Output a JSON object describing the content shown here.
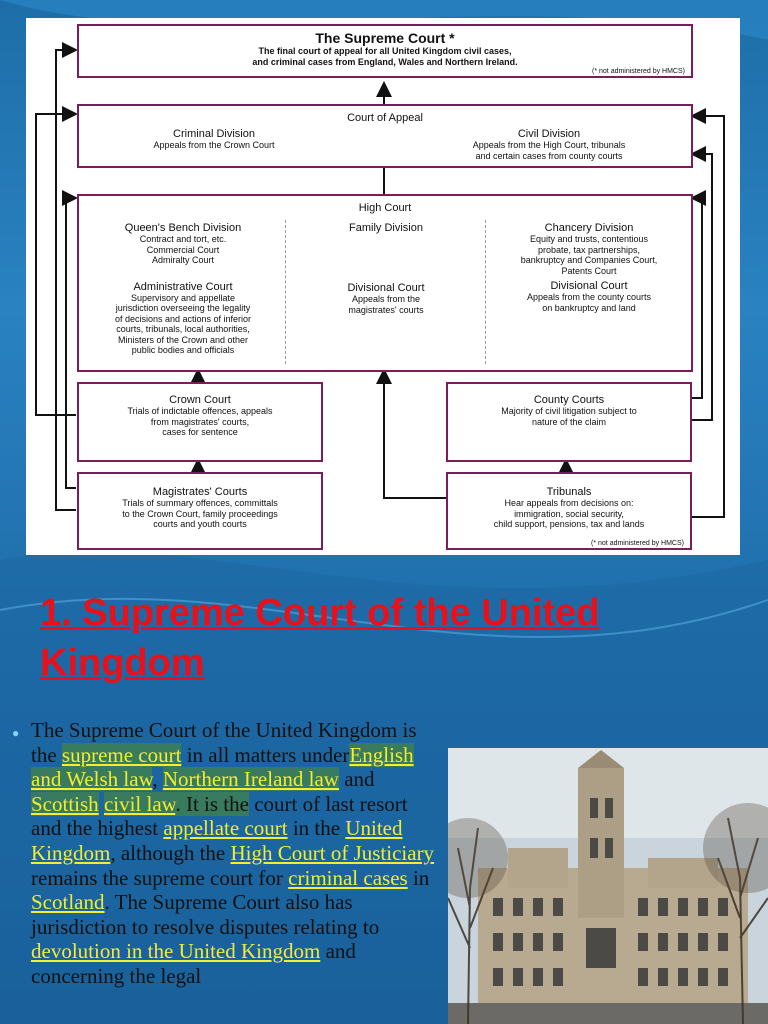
{
  "diagram": {
    "supreme": {
      "title": "The Supreme Court *",
      "line1": "The final court of appeal for all United Kingdom civil cases,",
      "line2": "and criminal cases from England, Wales and Northern Ireland.",
      "note": "(* not administered by HMCS)"
    },
    "appeal": {
      "title": "Court of Appeal",
      "criminal_title": "Criminal Division",
      "criminal_desc": "Appeals from the Crown Court",
      "civil_title": "Civil Division",
      "civil_desc1": "Appeals from the High Court, tribunals",
      "civil_desc2": "and certain cases from county courts"
    },
    "high": {
      "title": "High Court",
      "qb_title": "Queen's Bench Division",
      "qb_lines": [
        "Contract and tort, etc.",
        "Commercial Court",
        "Admiralty Court"
      ],
      "admin_title": "Administrative Court",
      "admin_lines": [
        "Supervisory and appellate",
        "jurisdiction overseeing the legality",
        "of decisions and actions of inferior",
        "courts, tribunals, local authorities,",
        "Ministers of the Crown and other",
        "public bodies and officials"
      ],
      "family_title": "Family Division",
      "family_div_title": "Divisional Court",
      "family_div_lines": [
        "Appeals from the",
        "magistrates' courts"
      ],
      "chancery_title": "Chancery Division",
      "chancery_lines": [
        "Equity and trusts, contentious",
        "probate, tax partnerships,",
        "bankruptcy and Companies Court,",
        "Patents Court"
      ],
      "chancery_div_title": "Divisional Court",
      "chancery_div_lines": [
        "Appeals from the county courts",
        "on bankruptcy and land"
      ]
    },
    "crown": {
      "title": "Crown Court",
      "lines": [
        "Trials of indictable offences, appeals",
        "from magistrates' courts,",
        "cases for sentence"
      ]
    },
    "county": {
      "title": "County Courts",
      "lines": [
        "Majority of civil litigation subject to",
        "nature of the claim"
      ]
    },
    "magistrates": {
      "title": "Magistrates' Courts",
      "lines": [
        "Trials of summary offences, committals",
        "to the Crown Court, family proceedings",
        "courts and youth courts"
      ]
    },
    "tribunals": {
      "title": "Tribunals",
      "lines": [
        "Hear appeals from decisions on:",
        "immigration, social security,",
        "child support, pensions, tax and lands"
      ],
      "note": "(* not administered by HMCS)"
    }
  },
  "heading": "1. Supreme Court of the United Kingdom",
  "body": {
    "t1": "The Supreme Court of the United Kingdom is the ",
    "l1": "supreme court",
    "t2": " in all matters under",
    "l2": "English and Welsh law",
    "t3": ", ",
    "l3": "Northern Ireland law",
    "t4": " and ",
    "l4": "Scottish",
    "t5": " ",
    "l5": "civil law",
    "t6": ". It is the",
    "t7": " court of last resort and the highest ",
    "l6": "appellate court",
    "t8": " in the ",
    "l7": "United Kingdom",
    "t9": ", although the ",
    "l8": "High Court of Justiciary",
    "t10": " remains the supreme court for ",
    "l9": "criminal cases",
    "t11": " in ",
    "l10": "Scotland",
    "t12": ". The Supreme Court also has jurisdiction to resolve disputes relating to ",
    "l11": "devolution in the United Kingdom",
    "t13": " and concerning the legal"
  },
  "colors": {
    "box_border": "#7a1d5a",
    "heading": "#e8101a",
    "link": "#f4ee2e"
  }
}
